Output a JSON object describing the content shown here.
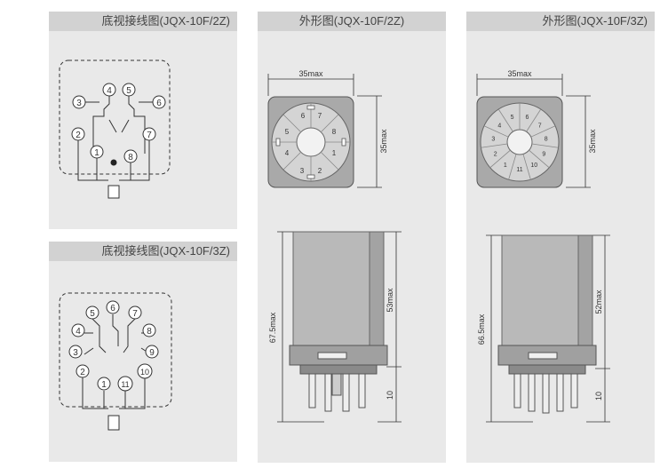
{
  "panels": {
    "wiring_2z": {
      "title": "底视接线图(JQX-10F/2Z)",
      "pins": [
        "1",
        "2",
        "3",
        "4",
        "5",
        "6",
        "7",
        "8"
      ]
    },
    "wiring_3z": {
      "title": "底视接线图(JQX-10F/3Z)",
      "pins": [
        "1",
        "2",
        "3",
        "4",
        "5",
        "6",
        "7",
        "8",
        "9",
        "10",
        "11"
      ]
    },
    "outline_2z": {
      "title": "外形图(JQX-10F/2Z)",
      "socket_pins": [
        "1",
        "2",
        "3",
        "4",
        "5",
        "6",
        "7",
        "8"
      ],
      "dims": {
        "width": "35max",
        "depth": "35max",
        "total_height": "67.5max",
        "body_height": "53max",
        "pin_length": "10"
      }
    },
    "outline_3z": {
      "title": "外形图(JQX-10F/3Z)",
      "socket_pins": [
        "1",
        "2",
        "3",
        "4",
        "5",
        "6",
        "7",
        "8",
        "9",
        "10",
        "11"
      ],
      "dims": {
        "width": "35max",
        "depth": "35max",
        "total_height": "66.5max",
        "body_height": "52max",
        "pin_length": "10"
      }
    }
  },
  "colors": {
    "panel_bg": "#e9e9e9",
    "header_bg": "#d2d2d2",
    "line": "#333333",
    "relay_body": "#b9b9b9",
    "relay_dark": "#8a8a8a"
  }
}
